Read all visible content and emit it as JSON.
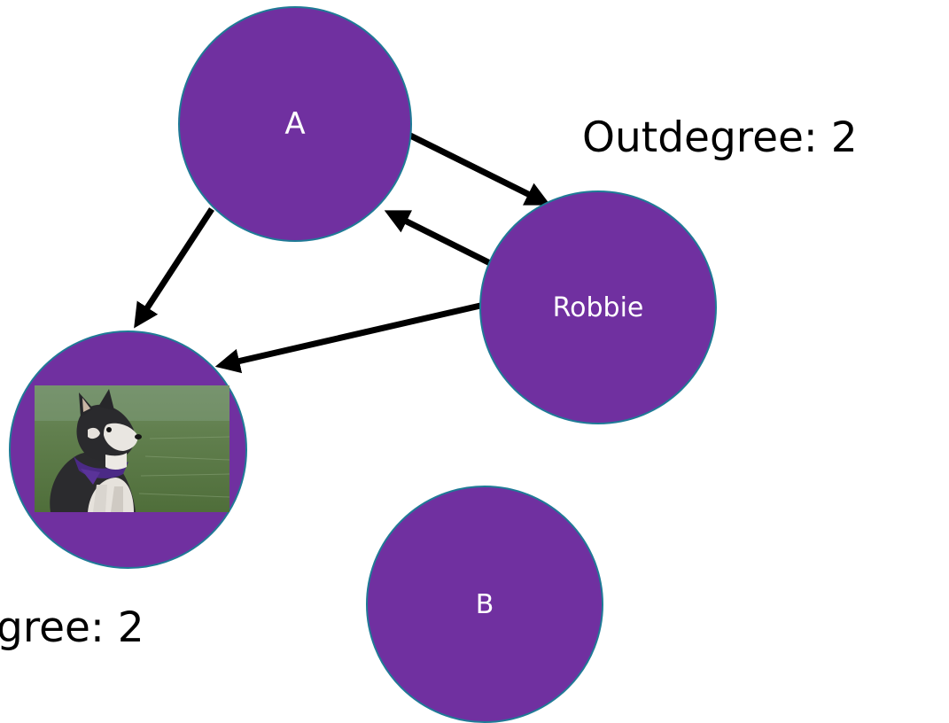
{
  "colors": {
    "node_fill": "#7030A0",
    "node_border": "#1f7a96",
    "edge": "#000000",
    "text": "#ffffff",
    "annotation_text": "#000000"
  },
  "nodes": {
    "a": {
      "label": "A"
    },
    "robbie": {
      "label": "Robbie"
    },
    "b": {
      "label": "B"
    },
    "dog": {
      "label": "",
      "image": "husky-puppy-photo"
    }
  },
  "edges": [
    {
      "from": "A",
      "to": "Robbie"
    },
    {
      "from": "Robbie",
      "to": "A"
    },
    {
      "from": "A",
      "to": "dog"
    },
    {
      "from": "Robbie",
      "to": "dog"
    }
  ],
  "annotations": {
    "outdegree": "Outdegree: 2",
    "indegree_visible": "gree: 2"
  }
}
